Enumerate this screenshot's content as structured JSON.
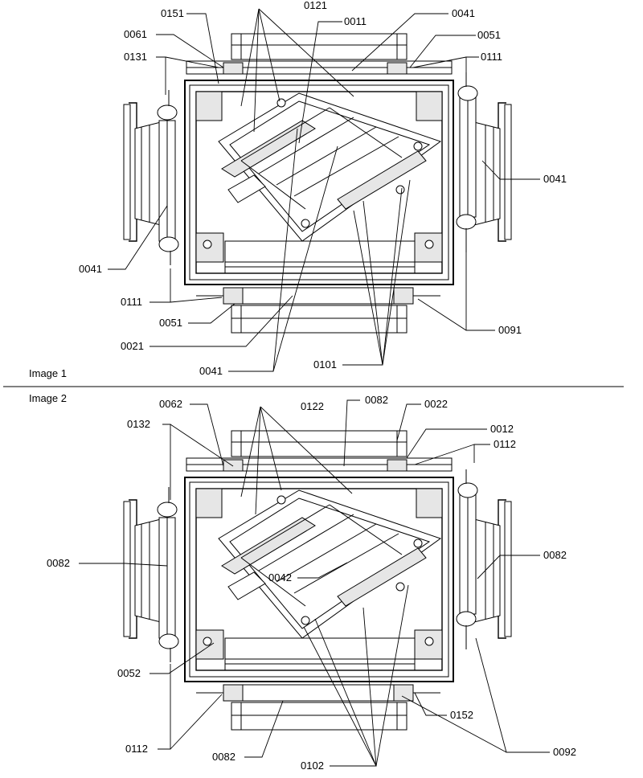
{
  "image1": {
    "caption": "Image 1",
    "labels": [
      "0151",
      "0121",
      "0011",
      "0041",
      "0061",
      "0051",
      "0131",
      "0111",
      "0041",
      "0041",
      "0111",
      "0051",
      "0021",
      "0041",
      "0101",
      "0091"
    ]
  },
  "image2": {
    "caption": "Image 2",
    "labels": [
      "0062",
      "0122",
      "0082",
      "0022",
      "0012",
      "0132",
      "0112",
      "0082",
      "0042",
      "0082",
      "0052",
      "0152",
      "0112",
      "0082",
      "0102",
      "0092"
    ]
  }
}
